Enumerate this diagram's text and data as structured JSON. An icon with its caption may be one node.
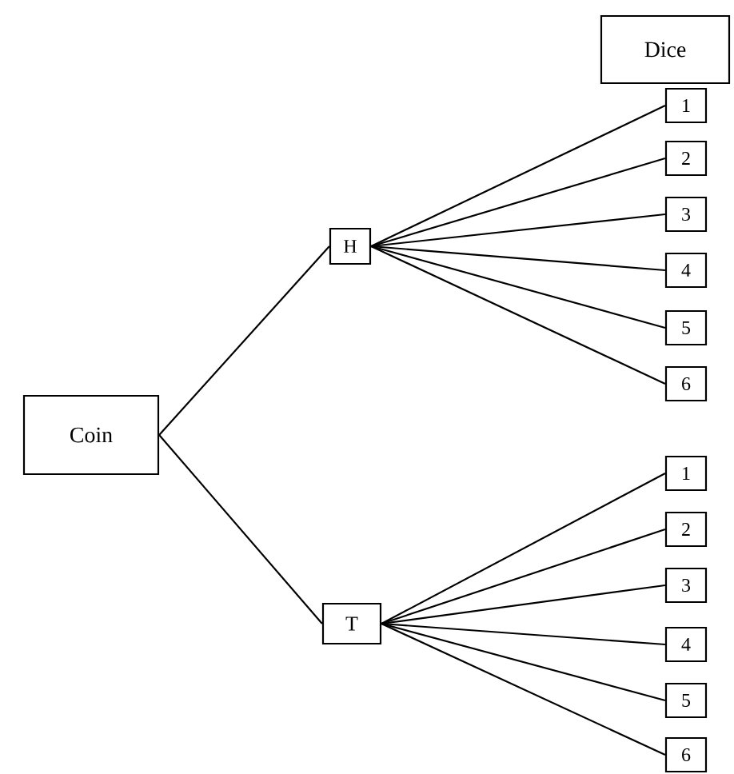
{
  "diagram": {
    "nodes": [
      {
        "text": [
          "Dice"
        ]
      },
      {
        "text": [
          "Coin"
        ]
      },
      {
        "text": [
          "H"
        ]
      },
      {
        "text": [
          "T"
        ]
      },
      {
        "text": [
          "1"
        ]
      },
      {
        "text": [
          "2"
        ]
      },
      {
        "text": [
          "3"
        ]
      },
      {
        "text": [
          "4"
        ]
      },
      {
        "text": [
          "5"
        ]
      },
      {
        "text": [
          "6"
        ]
      },
      {
        "text": [
          "1"
        ]
      },
      {
        "text": [
          "2"
        ]
      },
      {
        "text": [
          "3"
        ]
      },
      {
        "text": [
          "4"
        ]
      },
      {
        "text": [
          "5"
        ]
      },
      {
        "text": [
          "6"
        ]
      }
    ],
    "edges": [
      {
        "from": 1,
        "to": 2,
        "arrow": "none"
      },
      {
        "from": 1,
        "to": 3,
        "arrow": "none"
      },
      {
        "from": 2,
        "to": 4,
        "arrow": "none"
      },
      {
        "from": 2,
        "to": 5,
        "arrow": "none"
      },
      {
        "from": 2,
        "to": 6,
        "arrow": "none"
      },
      {
        "from": 2,
        "to": 7,
        "arrow": "none"
      },
      {
        "from": 2,
        "to": 8,
        "arrow": "none"
      },
      {
        "from": 2,
        "to": 9,
        "arrow": "none"
      },
      {
        "from": 3,
        "to": 10,
        "arrow": "none"
      },
      {
        "from": 3,
        "to": 11,
        "arrow": "none"
      },
      {
        "from": 3,
        "to": 12,
        "arrow": "none"
      },
      {
        "from": 3,
        "to": 13,
        "arrow": "none"
      },
      {
        "from": 3,
        "to": 14,
        "arrow": "none"
      },
      {
        "from": 3,
        "to": 15,
        "arrow": "none"
      }
    ]
  }
}
